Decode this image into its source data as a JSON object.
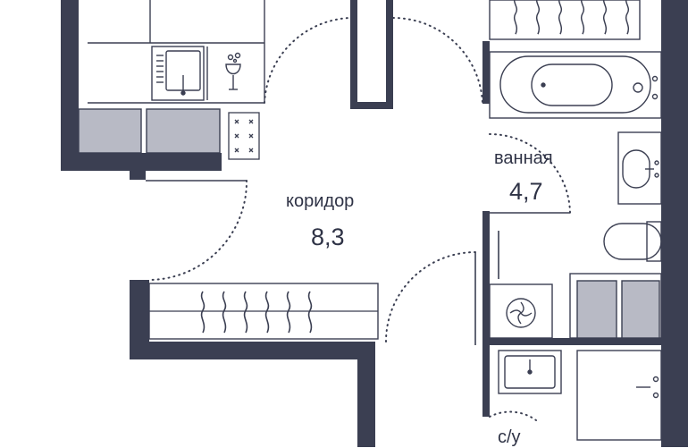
{
  "colors": {
    "wall": "#3b3f52",
    "fixture_stroke": "#3b3f52",
    "cabinet_fill": "#b8bac5",
    "text": "#2f3346",
    "background": "#ffffff"
  },
  "rooms": {
    "corridor": {
      "label": "коридор",
      "area": "8,3"
    },
    "bathroom": {
      "label": "ванная",
      "area": "4,7"
    },
    "wc": {
      "label": "с/у"
    }
  },
  "icons": [
    "sink-icon",
    "wine-glass-icon",
    "cooktop-icon",
    "bathtub-icon",
    "washing-machine-icon",
    "toilet-icon",
    "plant-pattern-icon"
  ]
}
